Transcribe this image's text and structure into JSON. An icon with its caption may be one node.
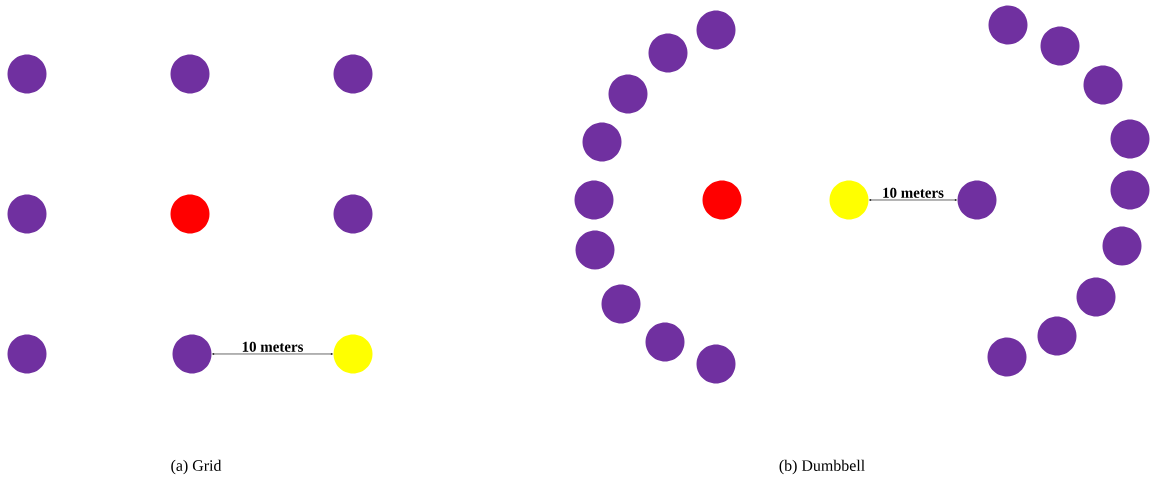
{
  "diagram": {
    "nodes": [
      {
        "text": [],
        "shape": "circle"
      },
      {
        "text": [],
        "shape": "circle"
      },
      {
        "text": [],
        "shape": "circle"
      },
      {
        "text": [],
        "shape": "circle"
      },
      {
        "text": [],
        "shape": "circle"
      },
      {
        "text": [],
        "shape": "circle"
      },
      {
        "text": [],
        "shape": "circle"
      },
      {
        "text": [],
        "shape": "circle"
      },
      {
        "text": [],
        "shape": "circle"
      },
      {
        "text": [],
        "shape": "circle"
      },
      {
        "text": [],
        "shape": "circle"
      },
      {
        "text": [],
        "shape": "circle"
      },
      {
        "text": [],
        "shape": "circle"
      },
      {
        "text": [],
        "shape": "circle"
      },
      {
        "text": [],
        "shape": "circle"
      },
      {
        "text": [],
        "shape": "circle"
      },
      {
        "text": [],
        "shape": "circle"
      },
      {
        "text": [],
        "shape": "circle"
      },
      {
        "text": [],
        "shape": "circle"
      },
      {
        "text": [],
        "shape": "circle"
      },
      {
        "text": [],
        "shape": "circle"
      },
      {
        "text": [],
        "shape": "circle"
      },
      {
        "text": [],
        "shape": "circle"
      },
      {
        "text": [],
        "shape": "circle"
      },
      {
        "text": [],
        "shape": "circle"
      },
      {
        "text": [],
        "shape": "circle"
      },
      {
        "text": [],
        "shape": "circle"
      },
      {
        "text": [],
        "shape": "circle"
      },
      {
        "text": [],
        "shape": "circle"
      },
      {
        "text": [],
        "shape": "circle"
      }
    ],
    "edges": [
      {
        "from": 7,
        "to": 8,
        "arrow": "both",
        "label": "10 meters"
      },
      {
        "from": 19,
        "to": 20,
        "arrow": "both",
        "label": "10 meters"
      }
    ],
    "labels": [
      "(a) Grid",
      "(b) Dumbbell"
    ]
  }
}
